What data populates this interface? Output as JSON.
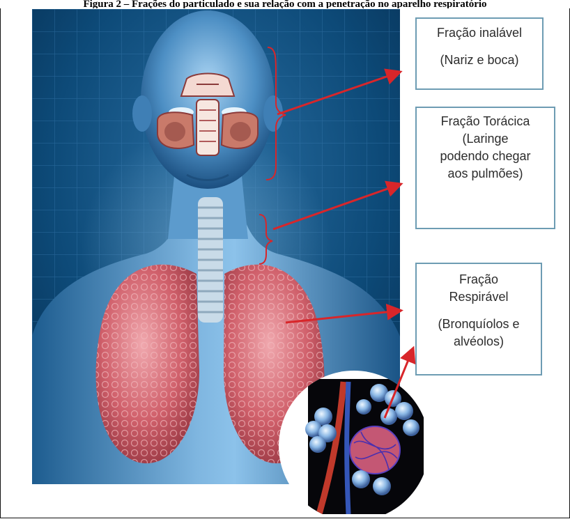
{
  "caption": "Figura 2 – Frações do particulado e sua relação com a penetração no aparelho respiratório",
  "labels": {
    "inhalable": {
      "title": "Fração inalável",
      "detail": "(Nariz e boca)"
    },
    "thoracic": {
      "title": "Fração Torácica",
      "detail_lines": [
        "(Laringe",
        "podendo chegar",
        "aos pulmões)"
      ]
    },
    "respirable": {
      "title_lines": [
        "Fração",
        "Respirável"
      ],
      "detail_lines": [
        "(Bronquíolos e",
        "alvéolos)"
      ]
    }
  },
  "colors": {
    "arrow": "#d8262a",
    "box_border": "#6d9cb3",
    "label_text": "#2c2c2c",
    "background": "#0d4a78",
    "lung": "#c8515e"
  },
  "icons": {
    "arrow_head": "triangle-arrowhead",
    "bracket": "curly-brace"
  }
}
